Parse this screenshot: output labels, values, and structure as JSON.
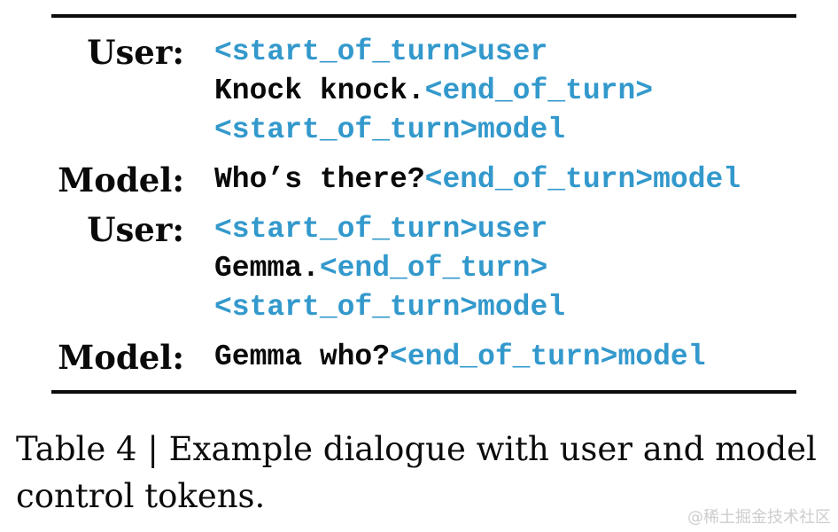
{
  "colors": {
    "token_blue": "#3399cc",
    "text_black": "#0a0a0a",
    "rule": "#0c0c0c",
    "watermark_gray": "#cdcdcd"
  },
  "table": {
    "turns": [
      {
        "speaker": "User:",
        "lines": [
          [
            {
              "kind": "token",
              "text": "<start_of_turn>user"
            }
          ],
          [
            {
              "kind": "plain",
              "text": "Knock knock."
            },
            {
              "kind": "token",
              "text": "<end_of_turn>"
            }
          ],
          [
            {
              "kind": "token",
              "text": "<start_of_turn>model"
            }
          ]
        ]
      },
      {
        "speaker": "Model:",
        "lines": [
          [
            {
              "kind": "plain",
              "text": "Who’s there?"
            },
            {
              "kind": "token",
              "text": "<end_of_turn>model"
            }
          ]
        ]
      },
      {
        "speaker": "User:",
        "lines": [
          [
            {
              "kind": "token",
              "text": "<start_of_turn>user"
            }
          ],
          [
            {
              "kind": "plain",
              "text": "Gemma."
            },
            {
              "kind": "token",
              "text": "<end_of_turn>"
            }
          ],
          [
            {
              "kind": "token",
              "text": "<start_of_turn>model"
            }
          ]
        ]
      },
      {
        "speaker": "Model:",
        "lines": [
          [
            {
              "kind": "plain",
              "text": "Gemma who?"
            },
            {
              "kind": "token",
              "text": "<end_of_turn>model"
            }
          ]
        ]
      }
    ]
  },
  "caption": {
    "text": "Table 4 | Example dialogue with user and model control tokens."
  },
  "watermark": {
    "text": "@稀土掘金技术社区"
  }
}
